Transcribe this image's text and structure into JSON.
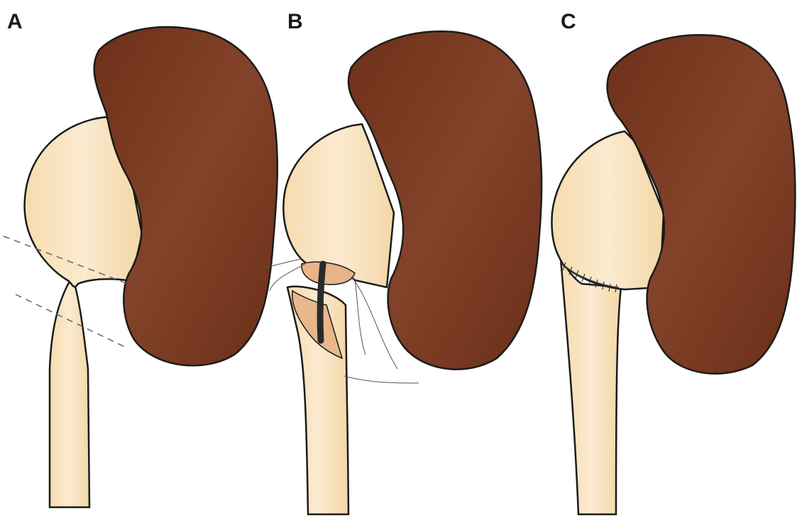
{
  "figure": {
    "panels": [
      {
        "id": "A",
        "label": "A"
      },
      {
        "id": "B",
        "label": "B"
      },
      {
        "id": "C",
        "label": "C"
      }
    ],
    "colors": {
      "kidney": "#7a3a20",
      "kidney_dark": "#5e2a14",
      "pelvis": "#f7e3bf",
      "pelvis_shade": "#efcf9a",
      "outline": "#1b1b1b",
      "suture_tube": "#2a2a2a",
      "background": "#ffffff"
    }
  }
}
